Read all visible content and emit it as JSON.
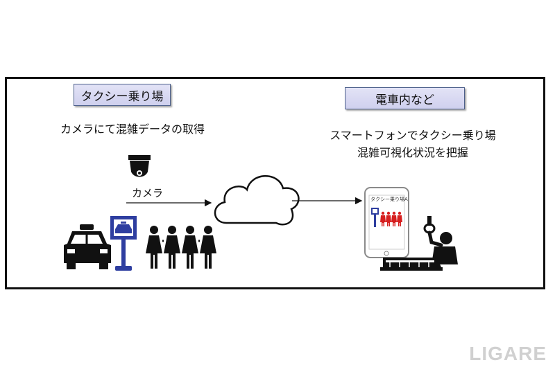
{
  "left": {
    "header": "タクシー乗り場",
    "caption": "カメラにて混雑データの取得",
    "camera_label": "カメラ"
  },
  "right": {
    "header": "電車内など",
    "caption_line1": "スマートフォンでタクシー乗り場",
    "caption_line2": "混雑可視化状況を把握",
    "phone_screen_title": "タクシー乗り場A"
  },
  "watermark": "LIGARE",
  "colors": {
    "label_border": "#4c5f8a",
    "sign_blue": "#2e3ea0",
    "crowd_red": "#d61f1f"
  }
}
